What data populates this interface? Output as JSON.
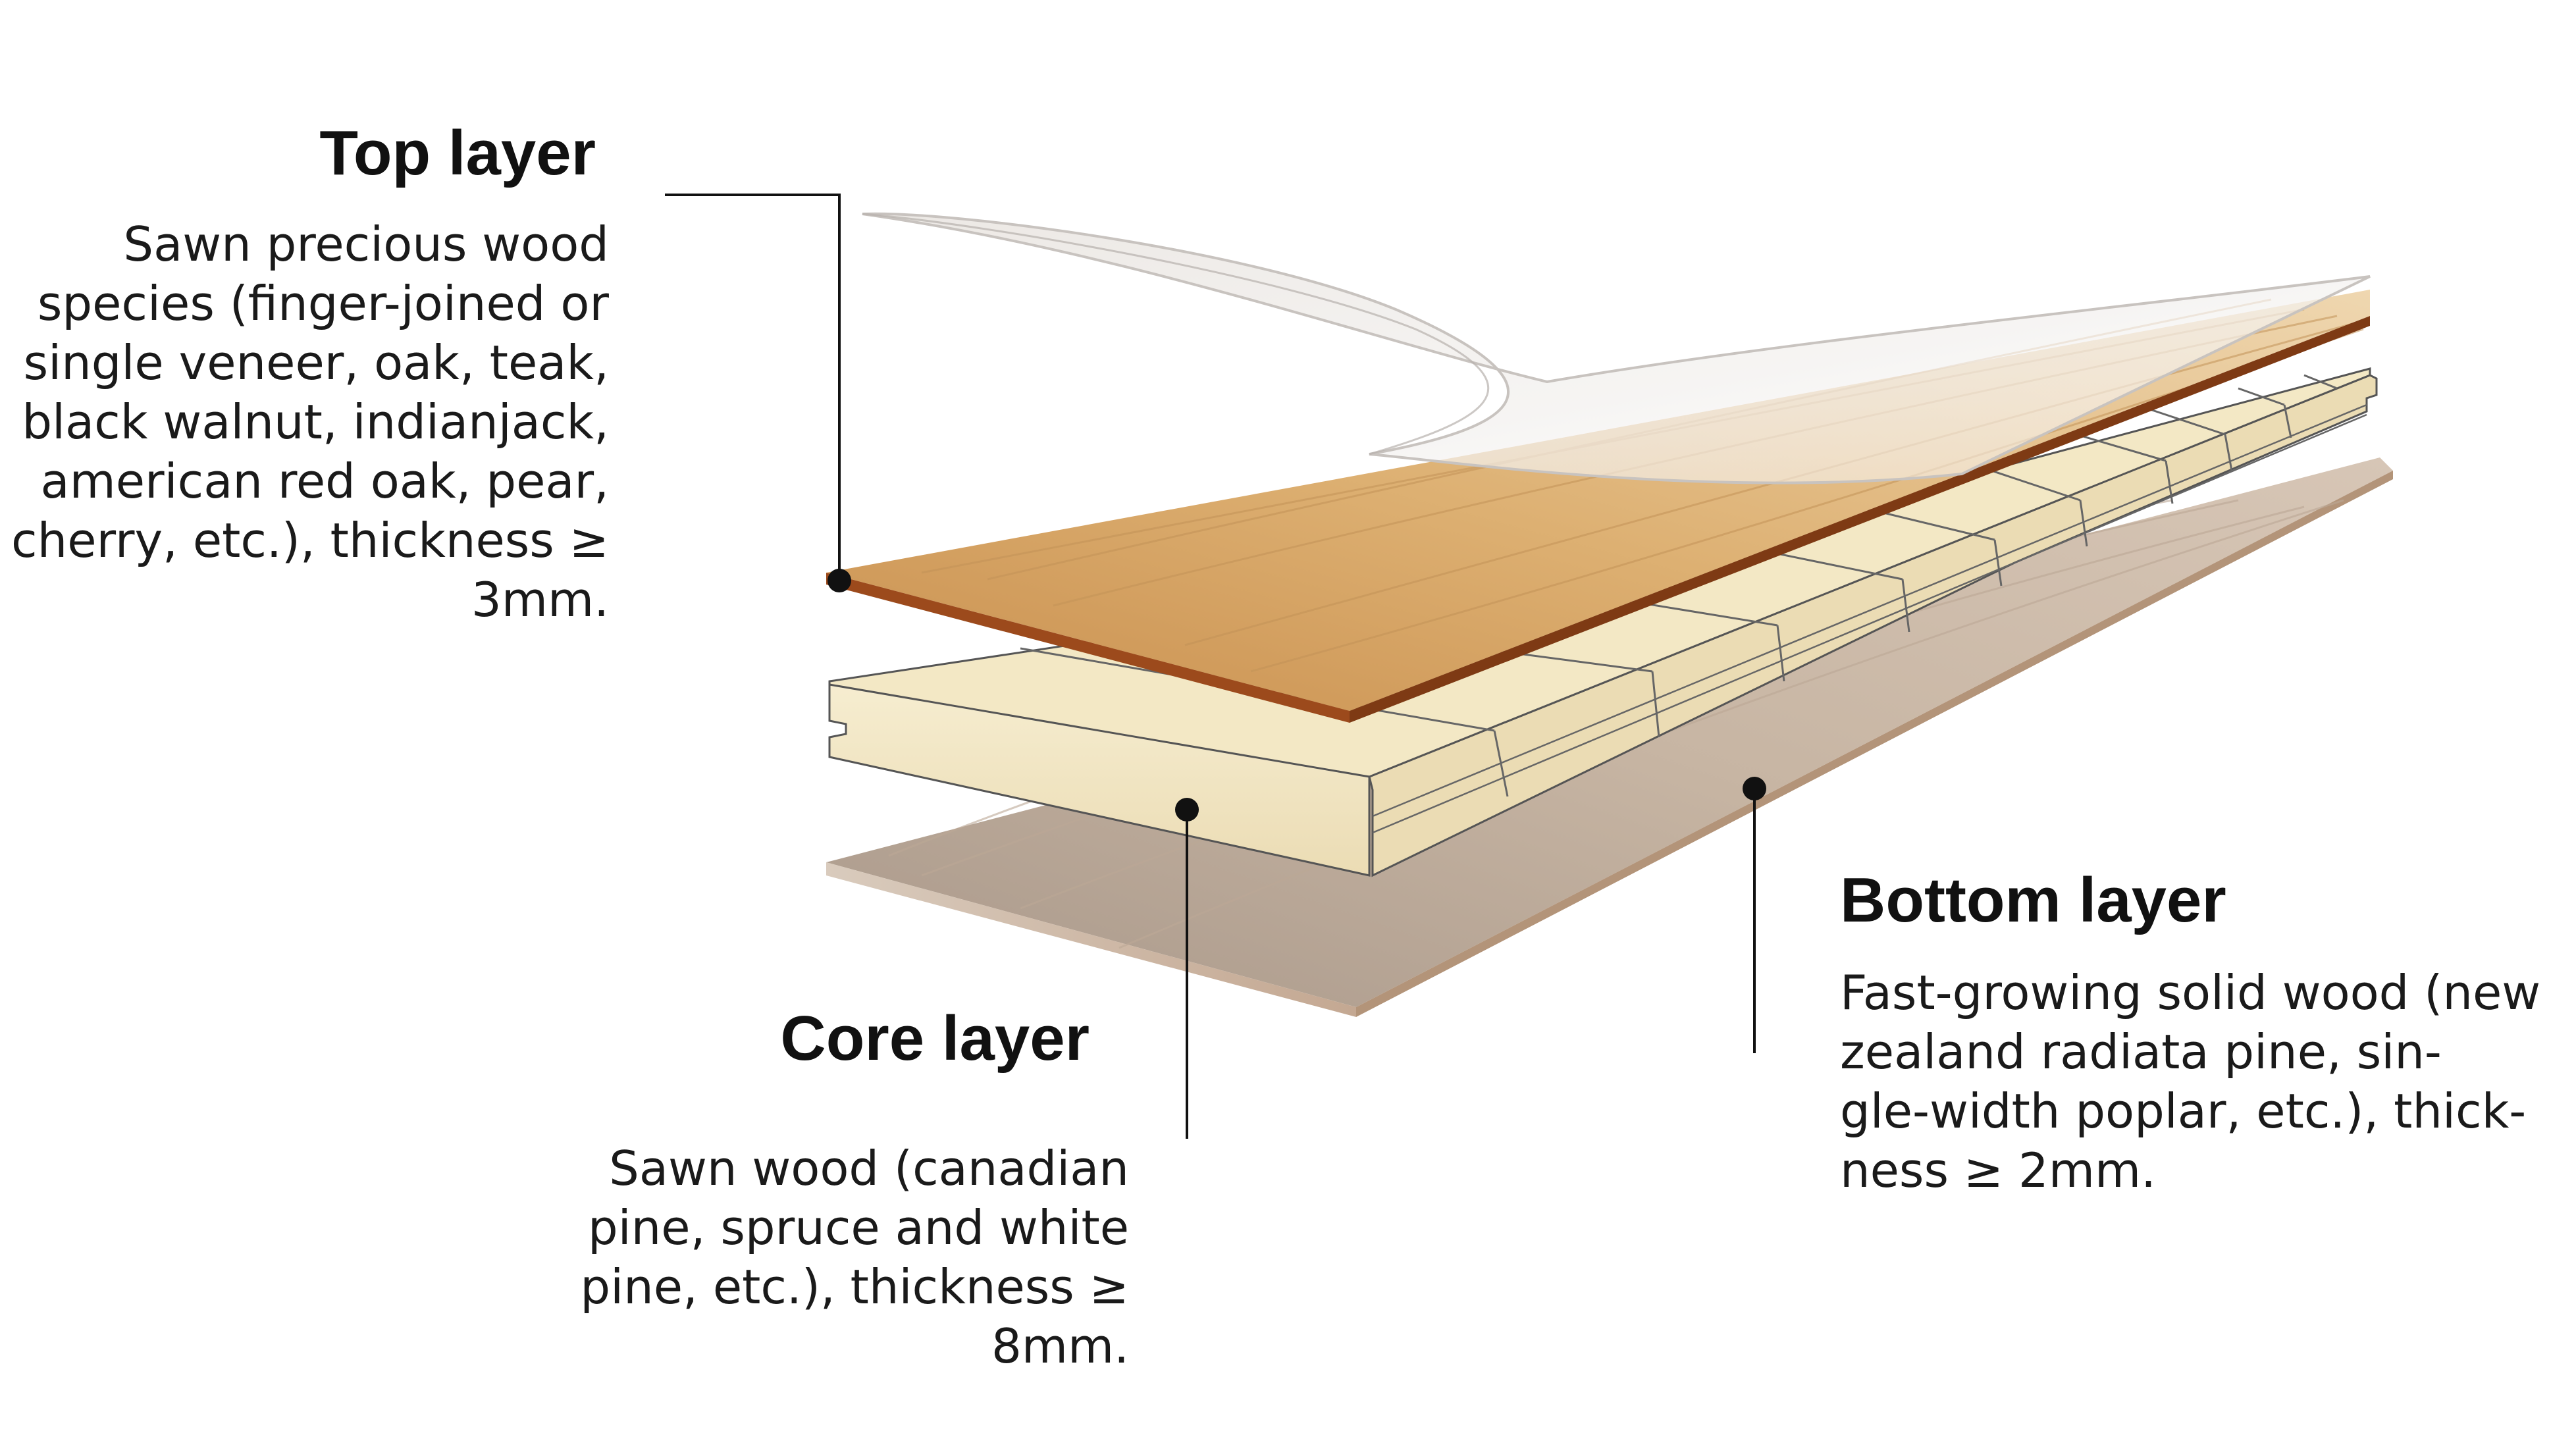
{
  "layers": {
    "top": {
      "title": "Top layer",
      "lines": [
        "Sawn precious wood",
        "species (finger-joined or",
        "single veneer, oak, teak,",
        "black walnut, indianjack,",
        "american red oak, pear,",
        "cherry, etc.), thickness ≥",
        "3mm."
      ]
    },
    "core": {
      "title": "Core layer",
      "lines": [
        "Sawn wood (canadian",
        "pine, spruce and white",
        "pine, etc.), thickness ≥",
        "8mm."
      ]
    },
    "bottom": {
      "title": "Bottom layer",
      "lines": [
        "Fast-growing solid wood (new",
        "zealand radiata pine, sin-",
        "gle-width poplar, etc.), thick-",
        "ness ≥ 2mm."
      ]
    }
  },
  "colors": {
    "top_face": "#d9a868",
    "top_edge": "#9c4a1c",
    "core_face": "#f3e8c5",
    "core_side": "#eadcb0",
    "bottom_face": "#c9b7a6",
    "bottom_edge": "#b08f72",
    "film": "#e6e2de",
    "leader_line": "#111111"
  }
}
